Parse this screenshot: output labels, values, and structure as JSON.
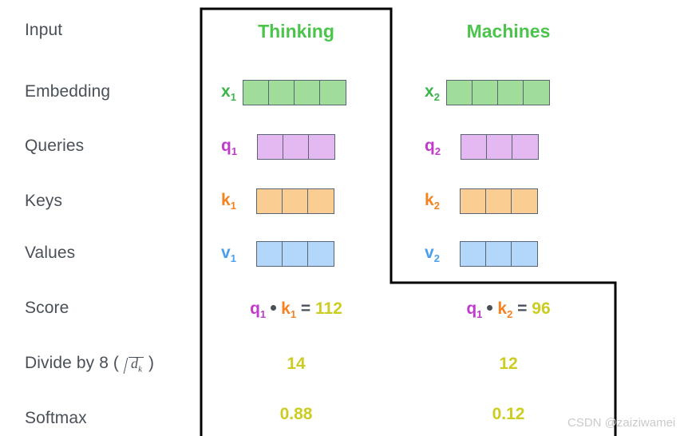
{
  "figure": {
    "title_implicit": "Self-attention score computation",
    "background": "#ffffff",
    "label_color": "#4a5058",
    "header_color": "#4cc44c",
    "number_color": "#cccc22",
    "q_color": "#c03acc",
    "k_color": "#f58220",
    "v_color": "#4a9ef0",
    "x_color": "#3cb54a",
    "cell_border_color": "#5a6472",
    "frame_color": "#000000"
  },
  "row_labels": [
    {
      "id": "input",
      "text": "Input"
    },
    {
      "id": "embedding",
      "text": "Embedding"
    },
    {
      "id": "queries",
      "text": "Queries"
    },
    {
      "id": "keys",
      "text": "Keys"
    },
    {
      "id": "values",
      "text": "Values"
    },
    {
      "id": "score",
      "text": "Score"
    },
    {
      "id": "divide",
      "text": "Divide by 8 (",
      "math_prefix": "d",
      "math_sub": "k",
      "text_suffix": ")"
    },
    {
      "id": "softmax",
      "text": "Softmax"
    }
  ],
  "columns": [
    {
      "id": "col1",
      "header": "Thinking"
    },
    {
      "id": "col2",
      "header": "Machines"
    }
  ],
  "vectors": {
    "embedding": [
      {
        "name": "x",
        "sub": "1",
        "cells": 4,
        "fill": "#a0dc9a",
        "color": "#3cb54a"
      },
      {
        "name": "x",
        "sub": "2",
        "cells": 4,
        "fill": "#a0dc9a",
        "color": "#3cb54a"
      }
    ],
    "queries": [
      {
        "name": "q",
        "sub": "1",
        "cells": 3,
        "fill": "#e4b9f2",
        "color": "#c03acc"
      },
      {
        "name": "q",
        "sub": "2",
        "cells": 3,
        "fill": "#e4b9f2",
        "color": "#c03acc"
      }
    ],
    "keys": [
      {
        "name": "k",
        "sub": "1",
        "cells": 3,
        "fill": "#facd93",
        "color": "#f58220"
      },
      {
        "name": "k",
        "sub": "2",
        "cells": 3,
        "fill": "#facd93",
        "color": "#f58220"
      }
    ],
    "values": [
      {
        "name": "v",
        "sub": "1",
        "cells": 3,
        "fill": "#b3d7fb",
        "color": "#4a9ef0"
      },
      {
        "name": "v",
        "sub": "2",
        "cells": 3,
        "fill": "#b3d7fb",
        "color": "#4a9ef0"
      }
    ]
  },
  "score_row": [
    {
      "q": "q",
      "q_sub": "1",
      "op": "•",
      "k": "k",
      "k_sub": "1",
      "eq": "=",
      "value": "112"
    },
    {
      "q": "q",
      "q_sub": "1",
      "op": "•",
      "k": "k",
      "k_sub": "2",
      "eq": "=",
      "value": "96"
    }
  ],
  "divide_row": [
    {
      "value": "14"
    },
    {
      "value": "12"
    }
  ],
  "softmax_row": [
    {
      "value": "0.88"
    },
    {
      "value": "0.12"
    }
  ],
  "watermark": {
    "text": "CSDN @zaiziwamei"
  }
}
